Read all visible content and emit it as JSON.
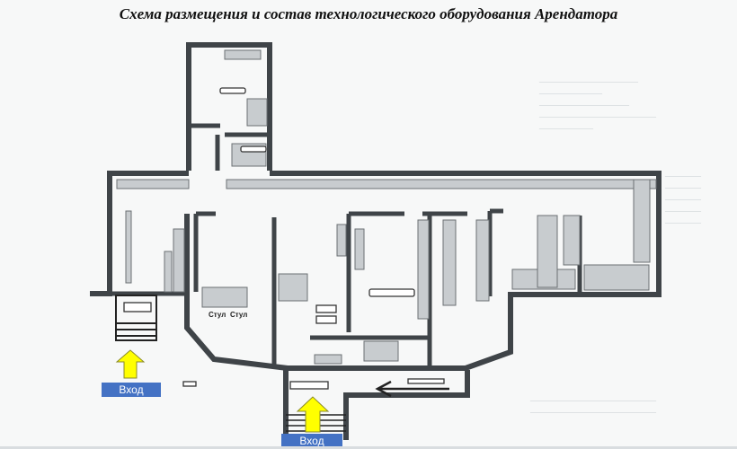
{
  "title": "Схема размещения и состав технологического оборудования Арендатора",
  "entrances": [
    {
      "label": "Вход",
      "position": "left"
    },
    {
      "label": "Вход",
      "position": "bottom-center"
    }
  ],
  "colors": {
    "arrow_fill": "#ffff00",
    "arrow_stroke": "#8a8a2a",
    "entrance_badge": "#4472c4",
    "wall": "#3f4448",
    "equipment": "#c8cccf"
  },
  "plan_labels": {
    "room_a": "Стул",
    "room_b": "Стул"
  },
  "flow_direction_icon": "arrow-left"
}
